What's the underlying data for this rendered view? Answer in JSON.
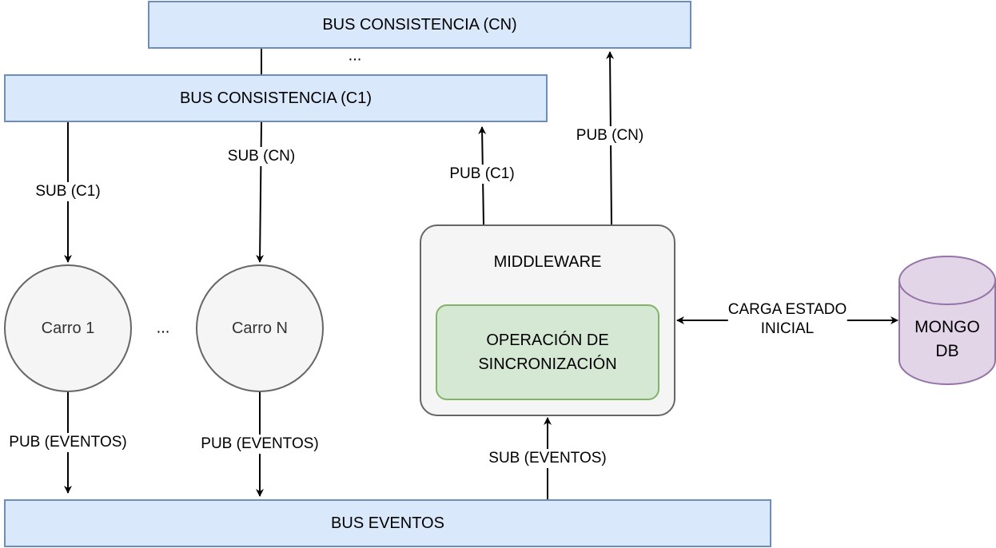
{
  "buses": {
    "cn": "BUS CONSISTENCIA (CN)",
    "c1": "BUS CONSISTENCIA (C1)",
    "eventos": "BUS EVENTOS"
  },
  "ellipsis": "...",
  "cars": {
    "car1": "Carro 1",
    "carN": "Carro N"
  },
  "middleware": {
    "title": "MIDDLEWARE",
    "operation": "OPERACIÓN DE SINCRONIZACIÓN"
  },
  "database": {
    "line1": "MONGO",
    "line2": "DB"
  },
  "edges": {
    "sub_c1": "SUB (C1)",
    "sub_cn": "SUB (CN)",
    "pub_c1": "PUB (C1)",
    "pub_cn": "PUB (CN)",
    "pub_eventos_1": "PUB (EVENTOS)",
    "pub_eventos_n": "PUB (EVENTOS)",
    "sub_eventos": "SUB (EVENTOS)",
    "carga_line1": "CARGA ESTADO",
    "carga_line2": "INICIAL"
  },
  "colors": {
    "bus_fill": "#dae8fc",
    "bus_stroke": "#6c8ebf",
    "node_fill": "#f5f5f5",
    "node_stroke": "#666666",
    "sync_fill": "#d5e8d4",
    "sync_stroke": "#82b366",
    "db_fill": "#e1d5e7",
    "db_stroke": "#9673a6"
  }
}
